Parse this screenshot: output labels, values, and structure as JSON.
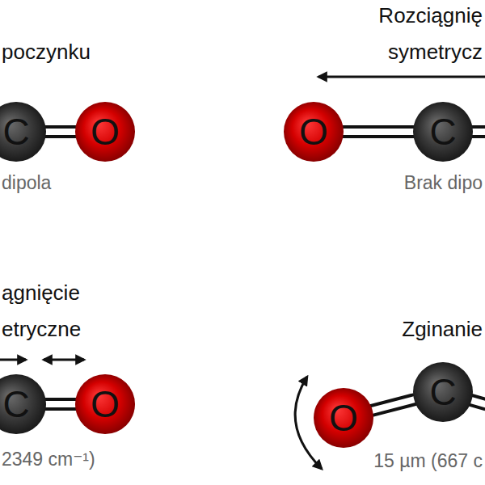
{
  "diagram": {
    "nodes": [
      {
        "text": [
          "C"
        ]
      },
      {
        "text": [
          "O"
        ]
      },
      {
        "text": [
          "O"
        ]
      },
      {
        "text": [
          "C"
        ]
      },
      {
        "text": [
          "C"
        ]
      },
      {
        "text": [
          "O"
        ]
      },
      {
        "text": [
          "O"
        ]
      },
      {
        "text": [
          "C"
        ]
      }
    ],
    "edges": [
      {
        "from": 0,
        "to": 1,
        "arrow": "none"
      },
      {
        "from": 2,
        "to": 3,
        "arrow": "none"
      },
      {
        "from": 4,
        "to": 5,
        "arrow": "none"
      },
      {
        "from": 6,
        "to": 7,
        "arrow": "none"
      }
    ],
    "labels": [
      "poczynku",
      "Rozciągnię",
      "symetrycz",
      "dipola",
      "Brak dipo",
      "ągnięcie",
      "etryczne",
      "Zginanie",
      "2349 cm⁻¹)",
      "15 µm (667 c"
    ]
  }
}
